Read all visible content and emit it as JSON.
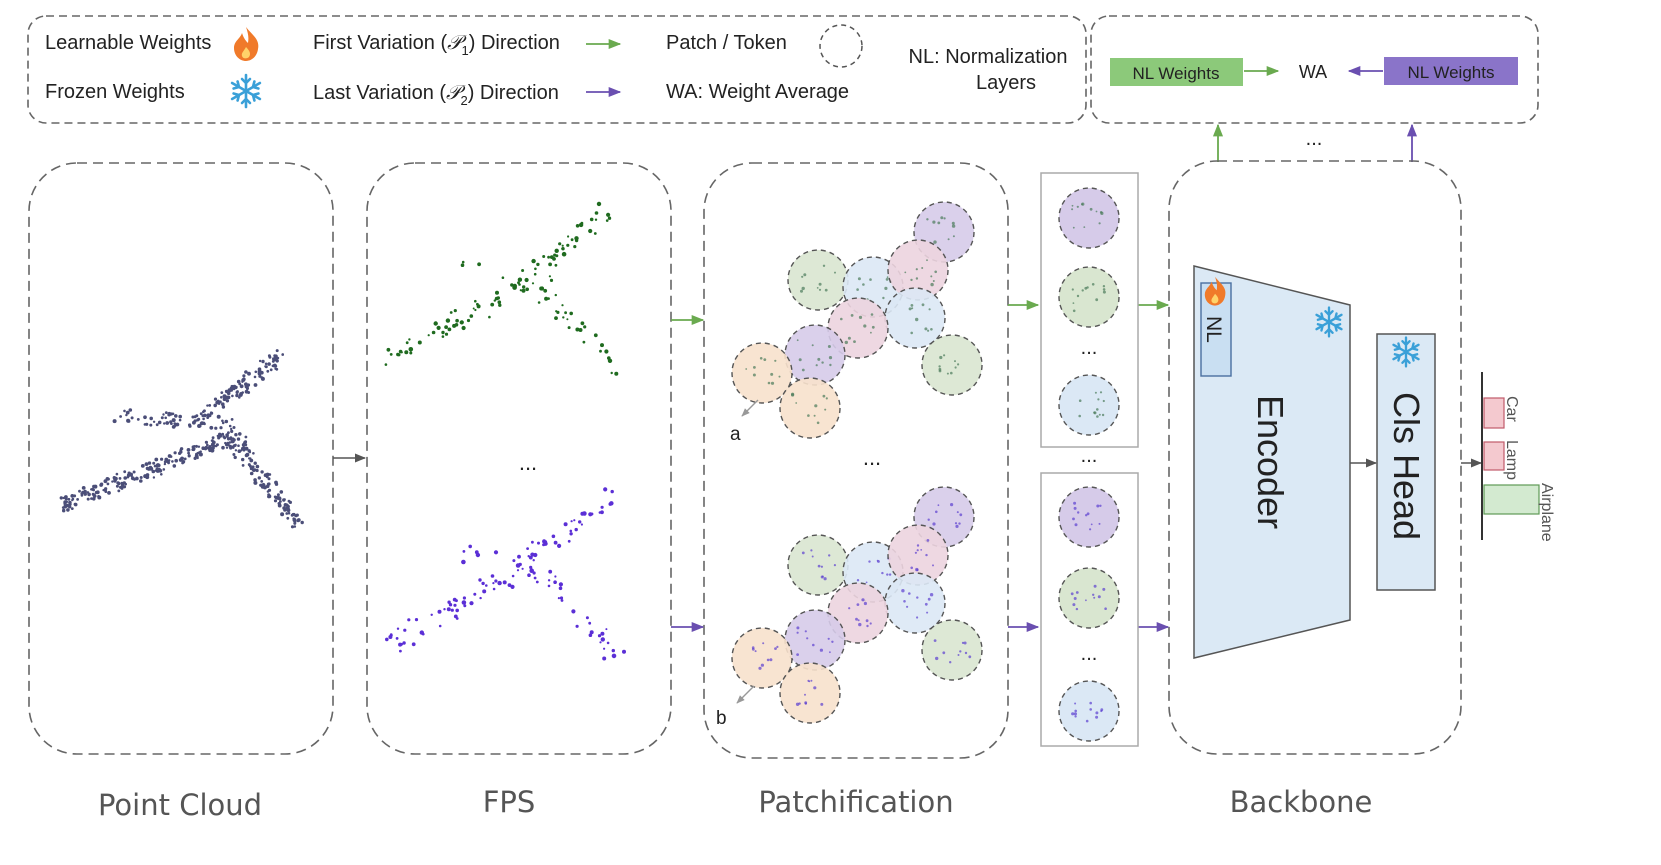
{
  "legend": {
    "learnable": "Learnable Weights",
    "frozen": "Frozen Weights",
    "first_variation_pre": "First Variation (",
    "first_variation_sym": "𝒫",
    "first_variation_sub": "1",
    "first_variation_post": ") Direction",
    "last_variation_pre": "Last Variation (",
    "last_variation_sym": "𝒫",
    "last_variation_sub": "2",
    "last_variation_post": ") Direction",
    "patch_token": "Patch / Token",
    "wa": "WA: Weight Average",
    "nl_line1": "NL: Normalization",
    "nl_line2": "Layers"
  },
  "weight_average": {
    "left_box": "NL Weights",
    "center": "WA",
    "right_box": "NL Weights",
    "ellipsis": "..."
  },
  "stages": {
    "point_cloud": "Point Cloud",
    "fps": "FPS",
    "patchification": "Patchification",
    "backbone": "Backbone"
  },
  "patch_labels": {
    "a": "a",
    "b": "b",
    "ellipsis": "..."
  },
  "backbone": {
    "nl": "NL",
    "encoder": "Encoder",
    "cls_head": "Cls Head"
  },
  "output": {
    "classes": [
      "Car",
      "Lamp",
      "Airplane"
    ],
    "scores": [
      0.2,
      0.2,
      0.55
    ]
  },
  "icons": {
    "learnable": "flame-icon",
    "frozen": "snowflake-icon"
  },
  "colors": {
    "first_direction": "#6aaa4f",
    "last_direction": "#6a4fb0",
    "nl_green": "#8cc97a",
    "nl_purple": "#8a74c9",
    "encoder_fill": "#dbe9f5",
    "flame": "#f07a2a",
    "snow": "#3aa0d8"
  }
}
